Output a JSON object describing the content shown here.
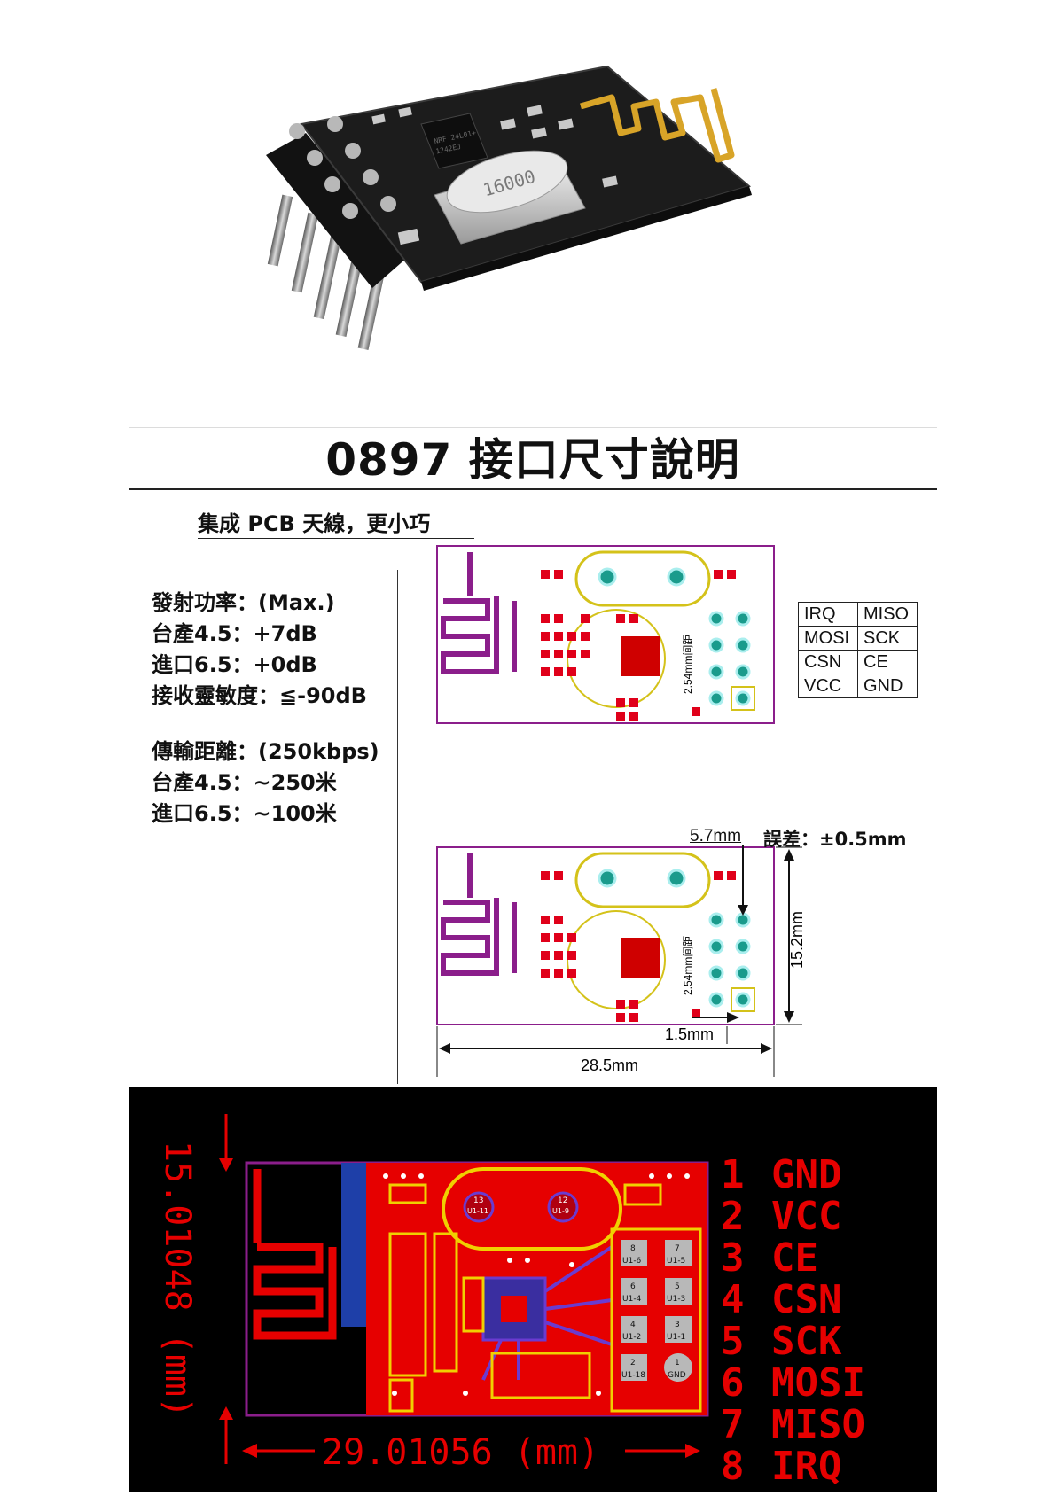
{
  "header": {
    "title": "0897 接口尺寸說明",
    "antenna_note": "集成 PCB 天線，更小巧"
  },
  "specs": {
    "power": [
      "發射功率：(Max.)",
      "台產4.5：+7dB",
      "進口6.5：+0dB",
      "接收靈敏度：≦-90dB"
    ],
    "range": [
      "傳輸距離：(250kbps)",
      "台產4.5：~250米",
      "進口6.5：~100米"
    ]
  },
  "pin_table": [
    [
      "IRQ",
      "MISO"
    ],
    [
      "MOSI",
      "SCK"
    ],
    [
      "CSN",
      "CE"
    ],
    [
      "VCC",
      "GND"
    ]
  ],
  "dimensions": {
    "pitch_label": "2.54mm间距",
    "top_offset": "5.7mm",
    "tolerance": "誤差：±0.5mm",
    "height": "15.2mm",
    "edge_offset": "1.5mm",
    "width": "28.5mm"
  },
  "layout": {
    "height_label": "15.01048 (mm)",
    "width_label": "29.01056 (mm)",
    "pins": [
      {
        "num": "1",
        "name": "GND"
      },
      {
        "num": "2",
        "name": "VCC"
      },
      {
        "num": "3",
        "name": "CE"
      },
      {
        "num": "4",
        "name": "CSN"
      },
      {
        "num": "5",
        "name": "SCK"
      },
      {
        "num": "6",
        "name": "MOSI"
      },
      {
        "num": "7",
        "name": "MISO"
      },
      {
        "num": "8",
        "name": "IRQ"
      }
    ],
    "pad_labels": [
      "U1-6",
      "U1-5",
      "U1-4",
      "U1-3",
      "U1-2",
      "U1-1",
      "U1-18",
      "GND"
    ],
    "pad_nums": [
      "8",
      "7",
      "6",
      "5",
      "4",
      "3",
      "2",
      "1"
    ],
    "xtal_labels": [
      "U1-11",
      "U1-9"
    ],
    "xtal_nums": [
      "13",
      "12"
    ]
  },
  "photo": {
    "crystal_marking": "16000",
    "chip_marking": [
      "NRF 24L01+",
      "1242EJ"
    ]
  },
  "colors": {
    "pcb_black": "#1c1c1c",
    "gold": "#d8a428",
    "layout_red": "#e60000",
    "outline_purple": "#8b1e8b"
  }
}
